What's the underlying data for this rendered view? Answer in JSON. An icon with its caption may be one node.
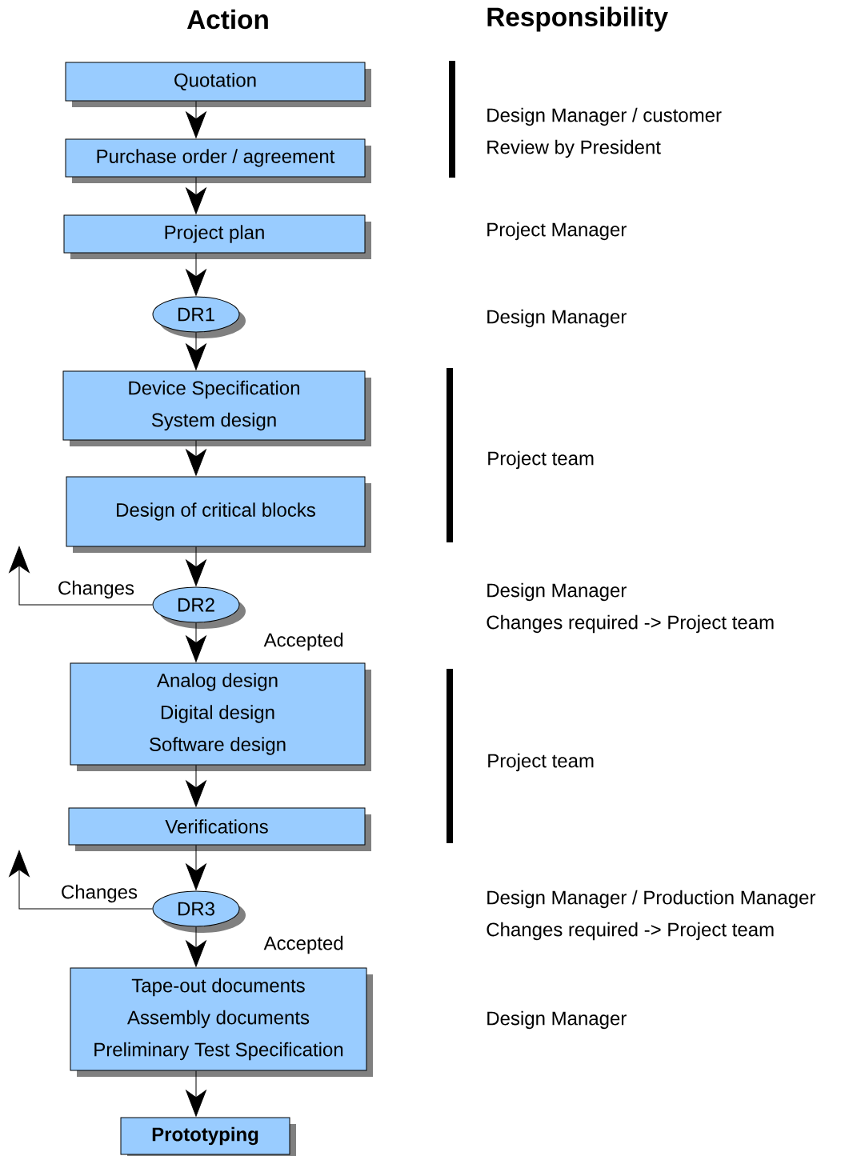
{
  "diagram": {
    "nodes": [
      {
        "text": [
          "Quotation"
        ]
      },
      {
        "text": [
          "Purchase order / agreement"
        ]
      },
      {
        "text": [
          "Project plan"
        ]
      },
      {
        "text": [
          "DR1"
        ]
      },
      {
        "text": [
          "Device Specification",
          "System design"
        ]
      },
      {
        "text": [
          "Design of critical blocks"
        ]
      },
      {
        "text": [
          "DR2"
        ]
      },
      {
        "text": [
          "Analog design",
          "Digital design",
          "Software design"
        ]
      },
      {
        "text": [
          "Verifications"
        ]
      },
      {
        "text": [
          "DR3"
        ]
      },
      {
        "text": [
          "Tape-out documents",
          "Assembly documents",
          "Preliminary Test Specification"
        ]
      },
      {
        "text": [
          "Prototyping"
        ]
      }
    ],
    "edges": [
      {
        "from": 0,
        "to": 1,
        "arrow": "to"
      },
      {
        "from": 1,
        "to": 2,
        "arrow": "to"
      },
      {
        "from": 2,
        "to": 3,
        "arrow": "to"
      },
      {
        "from": 3,
        "to": 4,
        "arrow": "to"
      },
      {
        "from": 4,
        "to": 5,
        "arrow": "to"
      },
      {
        "from": 5,
        "to": 6,
        "arrow": "to"
      },
      {
        "from": 6,
        "to": 7,
        "arrow": "to",
        "label": "Accepted"
      },
      {
        "from": 6,
        "to": null,
        "arrow": "to",
        "label": "Changes"
      },
      {
        "from": 7,
        "to": 8,
        "arrow": "to"
      },
      {
        "from": 8,
        "to": 9,
        "arrow": "to"
      },
      {
        "from": 9,
        "to": 10,
        "arrow": "to",
        "label": "Accepted"
      },
      {
        "from": 9,
        "to": null,
        "arrow": "to",
        "label": "Changes"
      },
      {
        "from": 10,
        "to": 11,
        "arrow": "to"
      }
    ],
    "labels": [
      "Action",
      "Responsibility",
      "Design Manager / customer",
      "Review by President",
      "Project Manager",
      "Design Manager",
      "Project team",
      "Design Manager",
      "Changes required -> Project team",
      "Project team",
      "Design Manager / Production Manager",
      "Changes required -> Project team",
      "Design Manager"
    ]
  }
}
